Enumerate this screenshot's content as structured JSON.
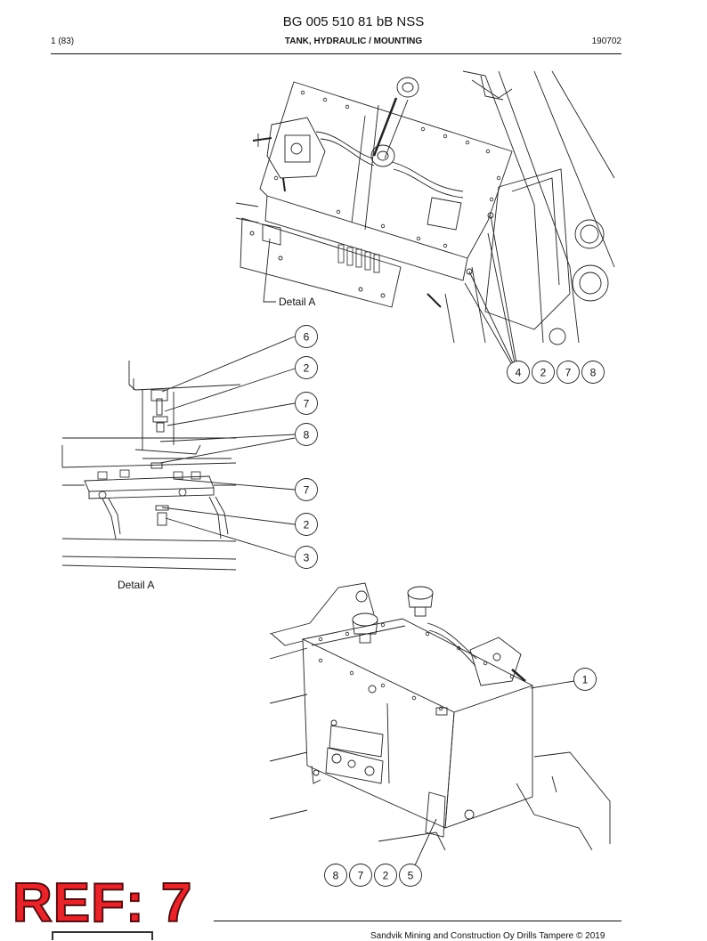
{
  "header": {
    "doc_title": "BG 005 510 81 bB NSS",
    "page": "1 (83)",
    "subtitle": "TANK, HYDRAULIC / MOUNTING",
    "date": "190702"
  },
  "detail_labels": {
    "top": "Detail A",
    "left": "Detail A"
  },
  "callouts": {
    "detail_6": "6",
    "detail_2a": "2",
    "detail_7a": "7",
    "detail_8": "8",
    "detail_7b": "7",
    "detail_2b": "2",
    "detail_3": "3",
    "group1_4": "4",
    "group1_2": "2",
    "group1_7": "7",
    "group1_8": "8",
    "tank_1": "1",
    "group2_8": "8",
    "group2_7": "7",
    "group2_2": "2",
    "group2_5": "5"
  },
  "stamp": "REF: 7",
  "footer": "Sandvik Mining and Construction Oy Drills Tampere © 2019"
}
